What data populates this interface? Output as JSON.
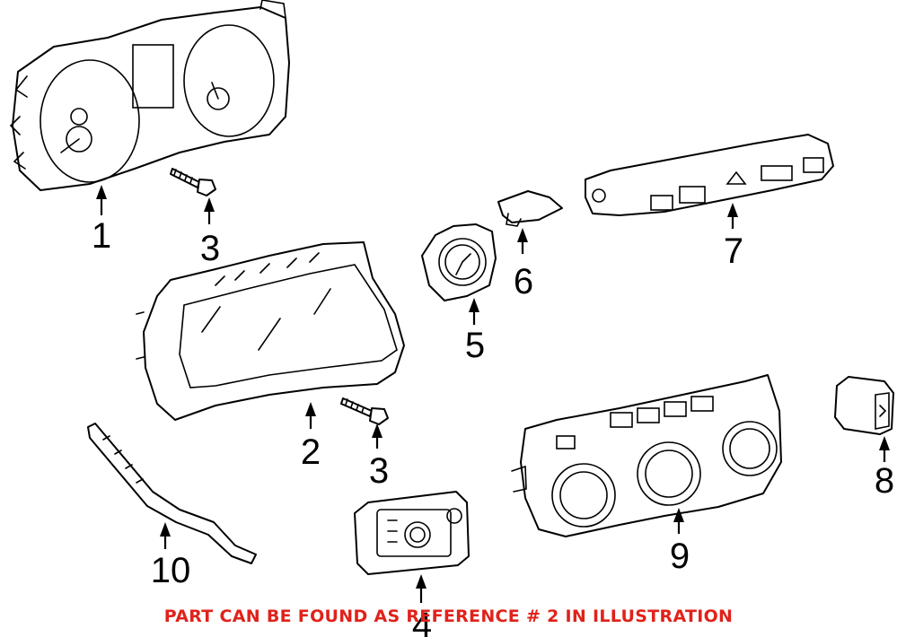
{
  "callouts": {
    "c1": "1",
    "c2": "2",
    "c3a": "3",
    "c3b": "3",
    "c4": "4",
    "c5": "5",
    "c6": "6",
    "c7": "7",
    "c8": "8",
    "c9": "9",
    "c10": "10"
  },
  "footer": {
    "text": "PART CAN BE FOUND AS REFERENCE # 2 IN ILLUSTRATION",
    "color": "#e0221b"
  }
}
